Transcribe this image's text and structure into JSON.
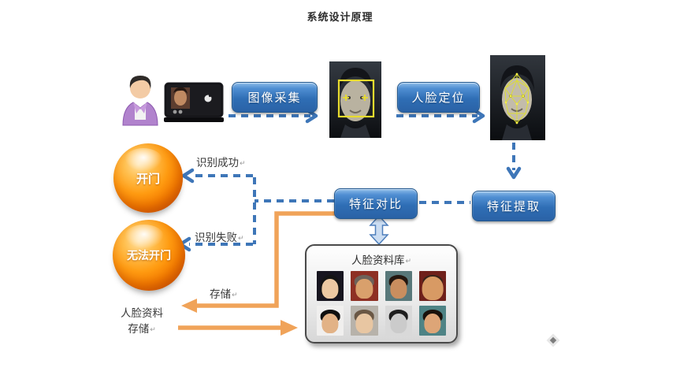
{
  "title": "系统设计原理",
  "marks": {
    "return": "↵"
  },
  "nodes": {
    "capture_btn": "图像采集",
    "locate_btn": "人脸定位",
    "extract_btn": "特征提取",
    "compare_btn": "特征对比",
    "open_sphere": "开门",
    "no_open_sphere": "无法开门"
  },
  "labels": {
    "success": "识别成功",
    "fail": "识别失败",
    "store": "存储",
    "face_data_line1": "人脸资料",
    "face_data_line2": "存储"
  },
  "database": {
    "title": "人脸资料库",
    "photo_count": 8
  },
  "icons": {
    "person": "person-icon",
    "camera": "camera-device-icon",
    "face_detected": "face-photo-detect-box",
    "face_mesh": "face-photo-feature-mesh",
    "double_arrow": "double-arrow-icon",
    "anchor": "anchor-mark-icon"
  },
  "colors": {
    "flow_blue": "#3E76B8",
    "accent_orange": "#F0A359",
    "button_blue": "#2F6EB5",
    "sphere_orange": "#FF8C00",
    "detect_yellow": "#E8DC2E",
    "db_border": "#4A4A4A"
  }
}
